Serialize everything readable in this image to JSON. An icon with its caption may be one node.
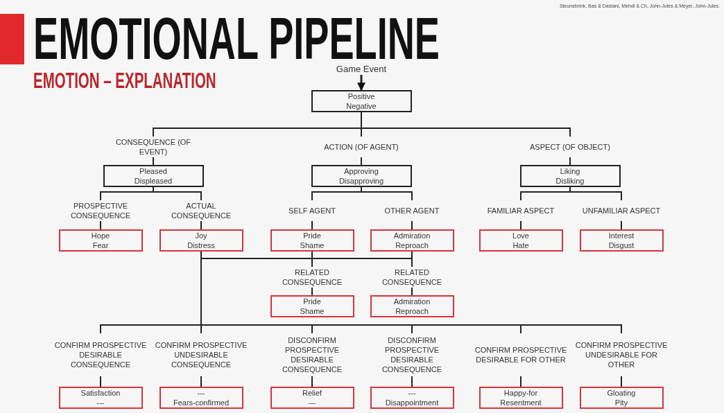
{
  "diagram": {
    "title": "EMOTIONAL PIPELINE",
    "nodes": [
      {
        "text": [
          "Game Event"
        ]
      },
      {
        "text": [
          "Positive",
          "Negative"
        ]
      },
      {
        "text": [
          "CONSEQUENCE (OF EVENT)"
        ]
      },
      {
        "text": [
          "ACTION (OF AGENT)"
        ]
      },
      {
        "text": [
          "ASPECT (OF OBJECT)"
        ]
      },
      {
        "text": [
          "Pleased",
          "Displeased"
        ]
      },
      {
        "text": [
          "Approving",
          "Disapproving"
        ]
      },
      {
        "text": [
          "Liking",
          "Disliking"
        ]
      },
      {
        "text": [
          "PROSPECTIVE CONSEQUENCE"
        ]
      },
      {
        "text": [
          "ACTUAL CONSEQUENCE"
        ]
      },
      {
        "text": [
          "SELF AGENT"
        ]
      },
      {
        "text": [
          "OTHER AGENT"
        ]
      },
      {
        "text": [
          "FAMILIAR ASPECT"
        ]
      },
      {
        "text": [
          "UNFAMILIAR ASPECT"
        ]
      },
      {
        "text": [
          "Hope",
          "Fear"
        ]
      },
      {
        "text": [
          "Joy",
          "Distress"
        ]
      },
      {
        "text": [
          "Pride",
          "Shame"
        ]
      },
      {
        "text": [
          "Admiration",
          "Reproach"
        ]
      },
      {
        "text": [
          "Love",
          "Hate"
        ]
      },
      {
        "text": [
          "Interest",
          "Disgust"
        ]
      },
      {
        "text": [
          "RELATED CONSEQUENCE"
        ]
      },
      {
        "text": [
          "RELATED CONSEQUENCE"
        ]
      },
      {
        "text": [
          "Pride",
          "Shame"
        ]
      },
      {
        "text": [
          "Admiration",
          "Reproach"
        ]
      },
      {
        "text": [
          "CONFIRM PROSPECTIVE DESIRABLE CONSEQUENCE"
        ]
      },
      {
        "text": [
          "CONFIRM PROSPECTIVE UNDESIRABLE CONSEQUENCE"
        ]
      },
      {
        "text": [
          "DISCONFIRM PROSPECTIVE DESIRABLE CONSEQUENCE"
        ]
      },
      {
        "text": [
          "DISCONFIRM PROSPECTIVE DESIRABLE CONSEQUENCE"
        ]
      },
      {
        "text": [
          "CONFIRM PROSPECTIVE DESIRABLE FOR OTHER"
        ]
      },
      {
        "text": [
          "CONFIRM PROSPECTIVE UNDESIRABLE FOR OTHER"
        ]
      },
      {
        "text": [
          "Satisfaction",
          "---"
        ]
      },
      {
        "text": [
          "---",
          "Fears-confirmed"
        ]
      },
      {
        "text": [
          "Relief",
          "---"
        ]
      },
      {
        "text": [
          "---",
          "Disappointment"
        ]
      },
      {
        "text": [
          "Happy-for",
          "Resentment"
        ]
      },
      {
        "text": [
          "Gloating",
          "Pity"
        ]
      }
    ],
    "edges": [
      {
        "from": 0,
        "to": 1,
        "arrow": "to"
      },
      {
        "from": 1,
        "to": 2,
        "arrow": "none"
      },
      {
        "from": 1,
        "to": 3,
        "arrow": "none"
      },
      {
        "from": 1,
        "to": 4,
        "arrow": "none"
      },
      {
        "from": 2,
        "to": 5,
        "arrow": "none"
      },
      {
        "from": 3,
        "to": 6,
        "arrow": "none"
      },
      {
        "from": 4,
        "to": 7,
        "arrow": "none"
      },
      {
        "from": 5,
        "to": 8,
        "arrow": "none"
      },
      {
        "from": 5,
        "to": 9,
        "arrow": "none"
      },
      {
        "from": 6,
        "to": 10,
        "arrow": "none"
      },
      {
        "from": 6,
        "to": 11,
        "arrow": "none"
      },
      {
        "from": 7,
        "to": 12,
        "arrow": "none"
      },
      {
        "from": 7,
        "to": 13,
        "arrow": "none"
      },
      {
        "from": 8,
        "to": 14,
        "arrow": "none"
      },
      {
        "from": 9,
        "to": 15,
        "arrow": "none"
      },
      {
        "from": 10,
        "to": 16,
        "arrow": "none"
      },
      {
        "from": 11,
        "to": 17,
        "arrow": "none"
      },
      {
        "from": 12,
        "to": 18,
        "arrow": "none"
      },
      {
        "from": 13,
        "to": 19,
        "arrow": "none"
      },
      {
        "from": 15,
        "to": 20,
        "arrow": "none"
      },
      {
        "from": 15,
        "to": 21,
        "arrow": "none"
      },
      {
        "from": 16,
        "to": 20,
        "arrow": "none"
      },
      {
        "from": 17,
        "to": 21,
        "arrow": "none"
      },
      {
        "from": 20,
        "to": 22,
        "arrow": "none"
      },
      {
        "from": 21,
        "to": 23,
        "arrow": "none"
      },
      {
        "from": 15,
        "to": 24,
        "arrow": "none"
      },
      {
        "from": 15,
        "to": 25,
        "arrow": "none"
      },
      {
        "from": 15,
        "to": 26,
        "arrow": "none"
      },
      {
        "from": 15,
        "to": 27,
        "arrow": "none"
      },
      {
        "from": 15,
        "to": 28,
        "arrow": "none"
      },
      {
        "from": 15,
        "to": 29,
        "arrow": "none"
      },
      {
        "from": 24,
        "to": 30,
        "arrow": "none"
      },
      {
        "from": 25,
        "to": 31,
        "arrow": "none"
      },
      {
        "from": 26,
        "to": 32,
        "arrow": "none"
      },
      {
        "from": 27,
        "to": 33,
        "arrow": "none"
      },
      {
        "from": 28,
        "to": 34,
        "arrow": "none"
      },
      {
        "from": 29,
        "to": 35,
        "arrow": "none"
      }
    ],
    "labels": [
      "EMOTION – EXPLANATION",
      "Steunebrink, Bas & Dastani, Mehdi & Ch, John-Jules & Meyer, John-Jules."
    ]
  }
}
